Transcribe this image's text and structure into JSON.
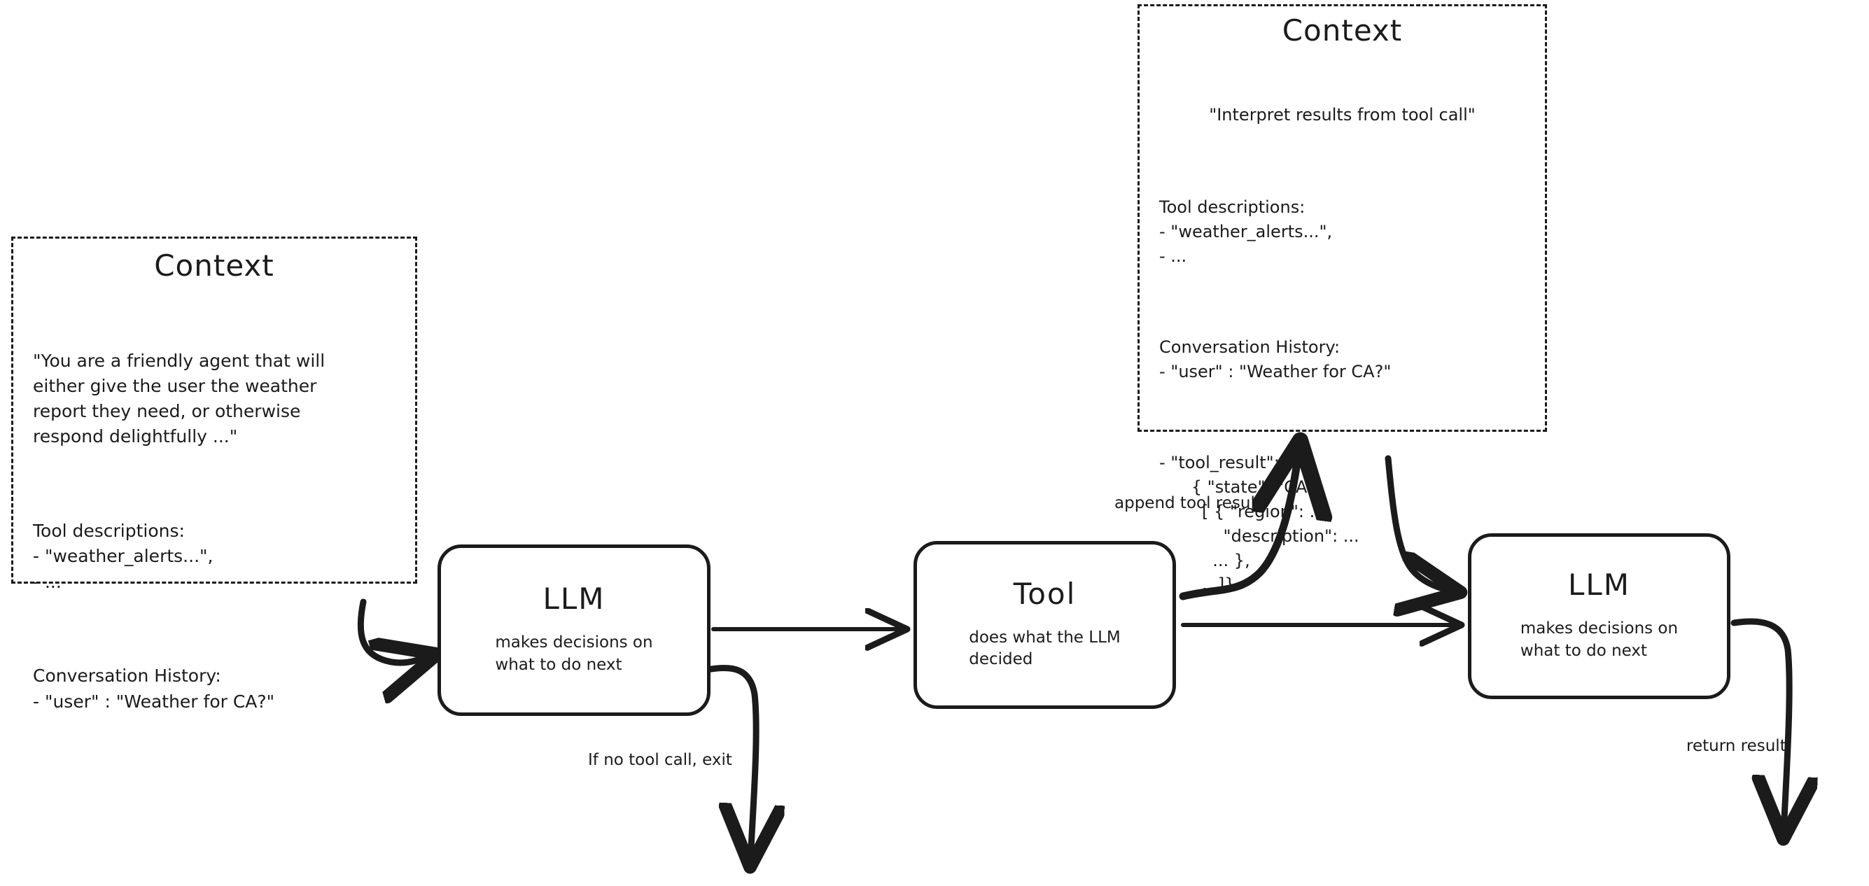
{
  "diagram": {
    "type": "agent-loop-flow",
    "background_color": "#ffffff",
    "ink_color": "#1b1b1b"
  },
  "context_left": {
    "title": "Context",
    "paragraphs": [
      "\"You are a friendly agent that will\neither give the user the weather\nreport they need, or otherwise\nrespond delightfully ...\"",
      "Tool descriptions:\n- \"weather_alerts...\",\n- ...",
      "Conversation History:\n- \"user\" : \"Weather for CA?\""
    ]
  },
  "context_right": {
    "title": "Context",
    "quote": "\"Interpret results from tool call\"",
    "paragraphs": [
      "Tool descriptions:\n- \"weather_alerts...\",\n- ...",
      "Conversation History:\n- \"user\" : \"Weather for CA?\"",
      "- \"tool_result\":\n      { \"state\": \"CA\",\n        [ { \"region\": ...\n            \"description\": ...\n          ... },\n        ...]}"
    ]
  },
  "nodes": {
    "llm_first": {
      "title": "LLM",
      "subtitle": "makes decisions on\nwhat to do next"
    },
    "tool": {
      "title": "Tool",
      "subtitle": "does what the LLM\ndecided"
    },
    "llm_second": {
      "title": "LLM",
      "subtitle": "makes decisions on\nwhat to do next"
    }
  },
  "edges": {
    "context_to_llm": {
      "label": ""
    },
    "llm_to_tool": {
      "label": ""
    },
    "tool_to_context": {
      "label": "append tool result"
    },
    "context_to_llm2": {
      "label": ""
    },
    "tool_to_llm2": {
      "label": ""
    },
    "llm_exit": {
      "label": "If no tool call, exit"
    },
    "llm2_return": {
      "label": "return result"
    }
  }
}
